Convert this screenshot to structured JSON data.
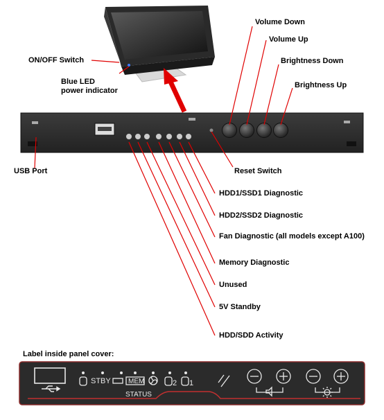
{
  "callouts": {
    "on_off_switch": "ON/OFF Switch",
    "blue_led_line1": "Blue LED",
    "blue_led_line2": "power indicator",
    "volume_down": "Volume Down",
    "volume_up": "Volume Up",
    "brightness_down": "Brightness Down",
    "brightness_up": "Brightness Up",
    "usb_port": "USB Port",
    "reset_switch": "Reset Switch",
    "diagnostics": [
      "HDD1/SSD1 Diagnostic",
      "HDD2/SSD2 Diagnostic",
      "Fan Diagnostic (all models except A100)",
      "Memory Diagnostic",
      "Unused",
      "5V Standby",
      "HDD/SDD Activity"
    ]
  },
  "label_panel": {
    "title": "Label inside panel cover:",
    "stby": "STBY",
    "mem": "MEM",
    "drive2": "2",
    "drive1": "1",
    "status": "STATUS"
  },
  "colors": {
    "arrow": "#e00000",
    "panel": "#2f2f2f",
    "label_bg": "#2b2b2b",
    "label_fg": "#e8e8e8"
  }
}
